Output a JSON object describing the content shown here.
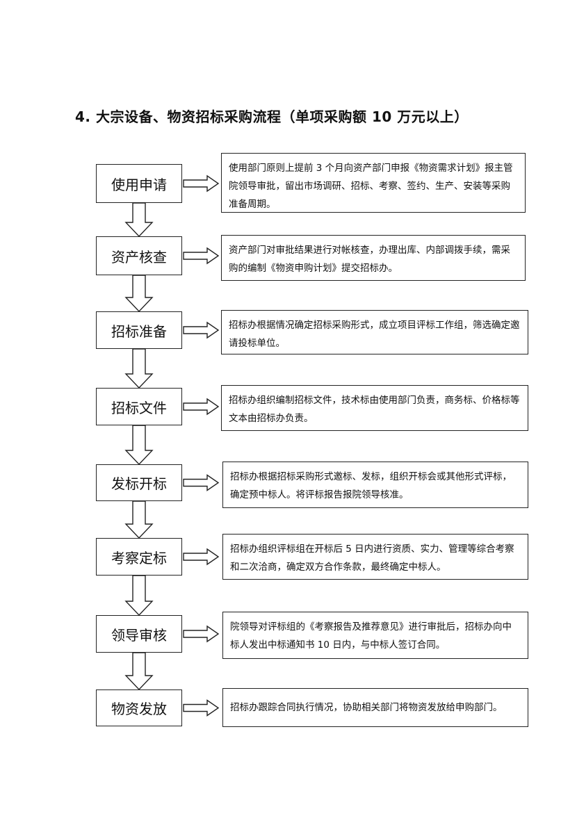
{
  "title": "4. 大宗设备、物资招标采购流程（单项采购额 10 万元以上）",
  "steps": [
    {
      "label": "使用申请",
      "desc": "使用部门原则上提前 3 个月向资产部门申报《物资需求计划》报主管院领导审批，留出市场调研、招标、考察、签约、生产、安装等采购准备周期。"
    },
    {
      "label": "资产核查",
      "desc": "资产部门对审批结果进行对帐核查，办理出库、内部调拨手续，需采购的编制《物资申购计划》提交招标办。"
    },
    {
      "label": "招标准备",
      "desc": "招标办根据情况确定招标采购形式，成立项目评标工作组，筛选确定邀请投标单位。"
    },
    {
      "label": "招标文件",
      "desc": "招标办组织编制招标文件，技术标由使用部门负责，商务标、价格标等文本由招标办负责。"
    },
    {
      "label": "发标开标",
      "desc": "招标办根据招标采购形式邀标、发标，组织开标会或其他形式评标，确定预中标人。将评标报告报院领导核准。"
    },
    {
      "label": "考察定标",
      "desc": "招标办组织评标组在开标后 5 日内进行资质、实力、管理等综合考察和二次洽商，确定双方合作条款，最终确定中标人。"
    },
    {
      "label": "领导审核",
      "desc": "院领导对评标组的《考察报告及推荐意见》进行审批后，招标办向中标人发出中标通知书 10 日内，与中标人签订合同。"
    },
    {
      "label": "物资发放",
      "desc": "招标办跟踪合同执行情况，协助相关部门将物资发放给申购部门。"
    }
  ]
}
